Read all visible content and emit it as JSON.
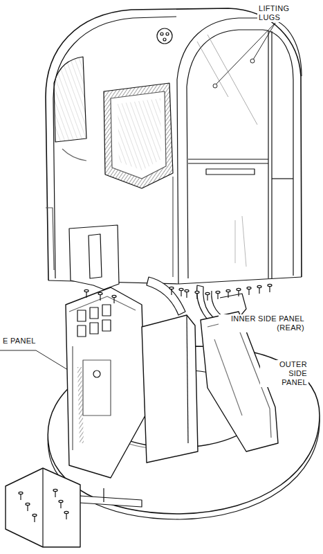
{
  "diagram": {
    "labels": [
      "LIFTING LUGS",
      "INNER SIDE PANEL (REAR)",
      "OUTER SIDE PANEL",
      "E PANEL"
    ]
  }
}
